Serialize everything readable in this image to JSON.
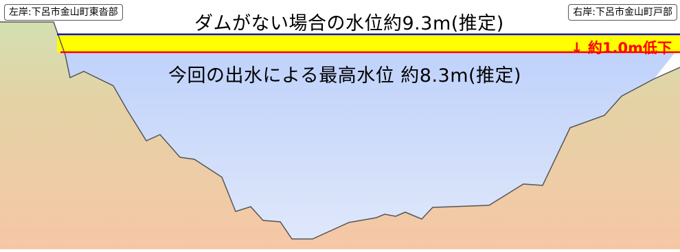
{
  "labels": {
    "left_bank": "左岸:下呂市金山町東沓部",
    "right_bank": "右岸:下呂市金山町戸部"
  },
  "annotations": {
    "no_dam_level": "ダムがない場合の水位約9.3m(推定)",
    "actual_level": "今回の出水による最高水位 約8.3m(推定)",
    "drop": "↓ 約1.0m低下"
  },
  "colors": {
    "water": "#c3d6fb",
    "band": "#ffff00",
    "no_dam_line": "#1010c0",
    "actual_line": "#ff0000",
    "ground_top": "#d3e0b2",
    "ground_bottom": "#f6c7a6"
  }
}
